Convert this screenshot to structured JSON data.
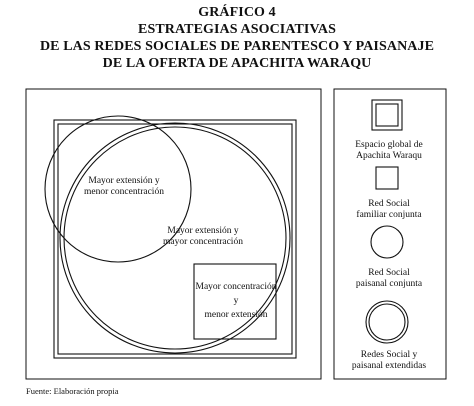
{
  "title": {
    "line1": "GRÁFICO 4",
    "line2": "ESTRATEGIAS ASOCIATIVAS",
    "line3": "DE LAS REDES SOCIALES DE PARENTESCO Y PAISANAJE",
    "line4": "DE LA OFERTA DE APACHITA WARAQU"
  },
  "diagram": {
    "small_circle_label": [
      "Mayor extensión y",
      "menor concentración"
    ],
    "large_circle_label": [
      "Mayor extensión y",
      "mayor concentración"
    ],
    "small_square_label": [
      "Mayor concentración",
      "y",
      "menor extensión"
    ]
  },
  "legend": {
    "items": [
      {
        "symbol": "double-square",
        "label": [
          "Espacio global de",
          "Apachita Waraqu"
        ]
      },
      {
        "symbol": "square",
        "label": [
          "Red Social",
          "familiar conjunta"
        ]
      },
      {
        "symbol": "circle",
        "label": [
          "Red Social",
          "paisanal conjunta"
        ]
      },
      {
        "symbol": "double-circle",
        "label": [
          "Redes Social y",
          "paisanal extendidas"
        ]
      }
    ]
  },
  "source": "Fuente: Elaboración propia"
}
